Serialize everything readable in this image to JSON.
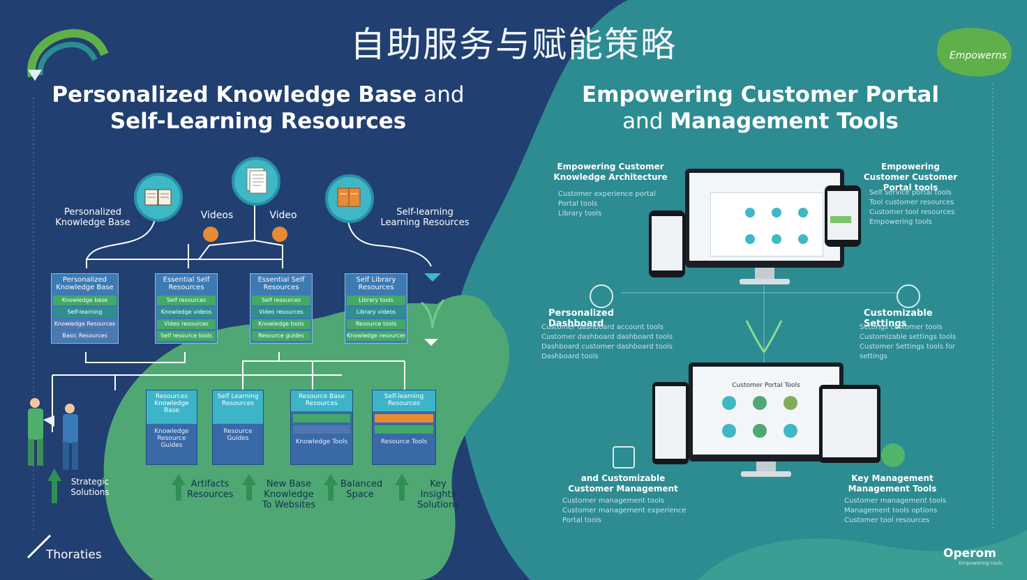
{
  "title": "自助服务与赋能策略",
  "left": {
    "heading_bold_1": "Personalized Knowledge Base",
    "heading_light_1": " and",
    "heading_bold_2": "Self-Learning Resources",
    "node_labels": [
      "Personalized Knowledge Base",
      "Videos",
      "Video",
      "Self-learning Learning Resources"
    ],
    "cards": [
      {
        "title": "Personalized Knowledge Base",
        "rows": [
          "Knowledge base",
          "Self-learning",
          "Knowledge Resources",
          "Basic Resources"
        ]
      },
      {
        "title": "Essential Self Resources",
        "rows": [
          "Self resources",
          "Knowledge videos",
          "Video resources",
          "Self resource tools"
        ]
      },
      {
        "title": "Essential Self Resources",
        "rows": [
          "Self resources",
          "Video resources",
          "Knowledge tools",
          "Resource guides"
        ]
      },
      {
        "title": "Self Library Resources",
        "rows": [
          "Library tools",
          "Library videos",
          "Resource tools",
          "Knowledge resources"
        ]
      }
    ],
    "bottom_cards": [
      {
        "title": "Resources Knowledge Base",
        "body": "Knowledge Resource Guides"
      },
      {
        "title": "Self Learning Resources",
        "body": "Resource Guides"
      },
      {
        "title": "Resource Base Resources",
        "body": "Knowledge Tools"
      },
      {
        "title": "Self-learning Resources",
        "body": "Resource Tools"
      }
    ],
    "footer_labels": [
      "Strategic Solutions",
      "Artifacts Resources",
      "New Base Knowledge To Websites",
      "Balanced Space",
      "Key Insights Solutions"
    ],
    "logo": "Thoraties"
  },
  "right": {
    "heading_bold_1": "Empowering Customer Portal",
    "heading_light_2": "and ",
    "heading_bold_2": "Management Tools",
    "badge": "Empowerns",
    "top_left_head": "Empowering Customer Knowledge Architecture",
    "top_left_bullets": [
      "Customer experience portal",
      "Portal tools",
      "Library tools"
    ],
    "top_right_head": "Empowering Customer Customer Portal tools",
    "top_right_bullets": [
      "Self service portal tools",
      "Tool customer resources",
      "Customer tool resources",
      "Empowering tools"
    ],
    "mid_left_head": "Personalized Dashboard",
    "mid_left_bullets": [
      "Customer dashboard account tools",
      "Customer dashboard dashboard tools",
      "Dashboard customer dashboard tools",
      "Dashboard tools"
    ],
    "mid_right_head": "Customizable Settings",
    "mid_right_bullets": [
      "Settings customer tools",
      "Customizable settings tools",
      "Customer Settings tools for settings"
    ],
    "center_screen_title": "Customer Portal Tools",
    "bottom_left_head": "and Customizable Customer Management",
    "bottom_left_bullets": [
      "Customer management tools",
      "Customer management experience",
      "Portal tools"
    ],
    "bottom_right_head": "Key Management Management Tools",
    "bottom_right_bullets": [
      "Customer management tools",
      "Management tools options",
      "Customer tool resources"
    ],
    "logo": "Operom",
    "logo_sub": "Empowering tools"
  },
  "colors": {
    "navy": "#213f70",
    "teal": "#2d8b92",
    "green": "#4fa874",
    "cyan": "#3fb8c5",
    "orange": "#e98a35"
  }
}
